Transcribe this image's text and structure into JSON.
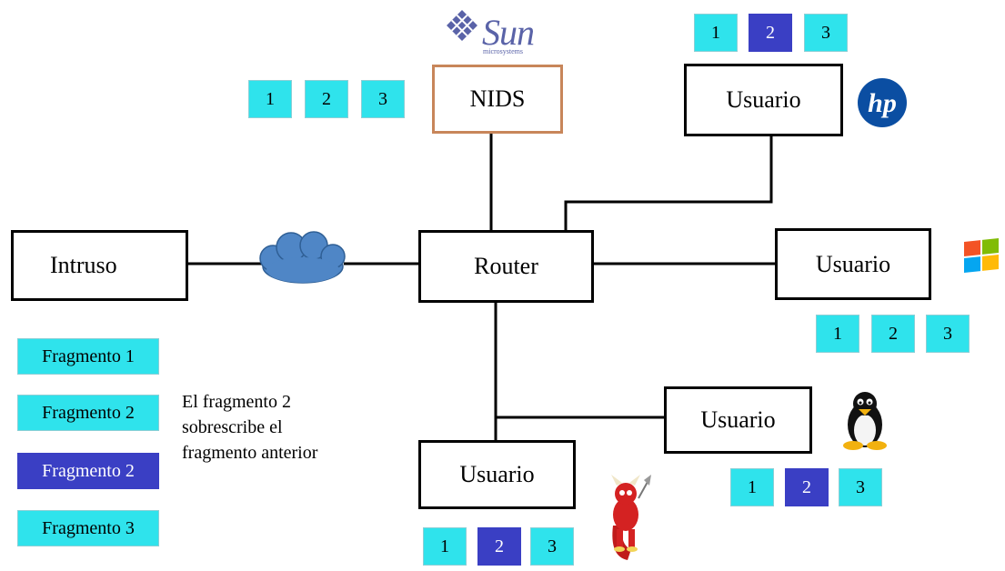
{
  "nodes": {
    "nids": "NIDS",
    "router": "Router",
    "intruso": "Intruso",
    "usuario_hp": "Usuario",
    "usuario_windows": "Usuario",
    "usuario_linux": "Usuario",
    "usuario_bsd": "Usuario"
  },
  "fragment_groups": {
    "nids": [
      "1",
      "2",
      "3"
    ],
    "hp": [
      "1",
      "2",
      "3"
    ],
    "windows": [
      "1",
      "2",
      "3"
    ],
    "linux": [
      "1",
      "2",
      "3"
    ],
    "bsd": [
      "1",
      "2",
      "3"
    ]
  },
  "legend": [
    "Fragmento 1",
    "Fragmento 2",
    "Fragmento 2",
    "Fragmento 3"
  ],
  "note": [
    "El fragmento 2",
    "sobrescribe el",
    "fragmento anterior"
  ],
  "logos": {
    "sun": {
      "text": "Sun",
      "sub": "microsystems",
      "color": "#5a63a8"
    },
    "hp": {
      "text": "hp",
      "color": "#0b4ea2"
    },
    "windows": {
      "colors": [
        "#f35325",
        "#81bc06",
        "#05a6f0",
        "#ffba08"
      ]
    },
    "linux": {
      "icon": "tux-penguin-icon"
    },
    "bsd": {
      "icon": "bsd-daemon-icon"
    }
  },
  "colors": {
    "fragment": "#2fe3ec",
    "fragment_overwrite": "#3a3fc4",
    "nids_border": "#c8865a",
    "cloud": "#4f86c6"
  }
}
